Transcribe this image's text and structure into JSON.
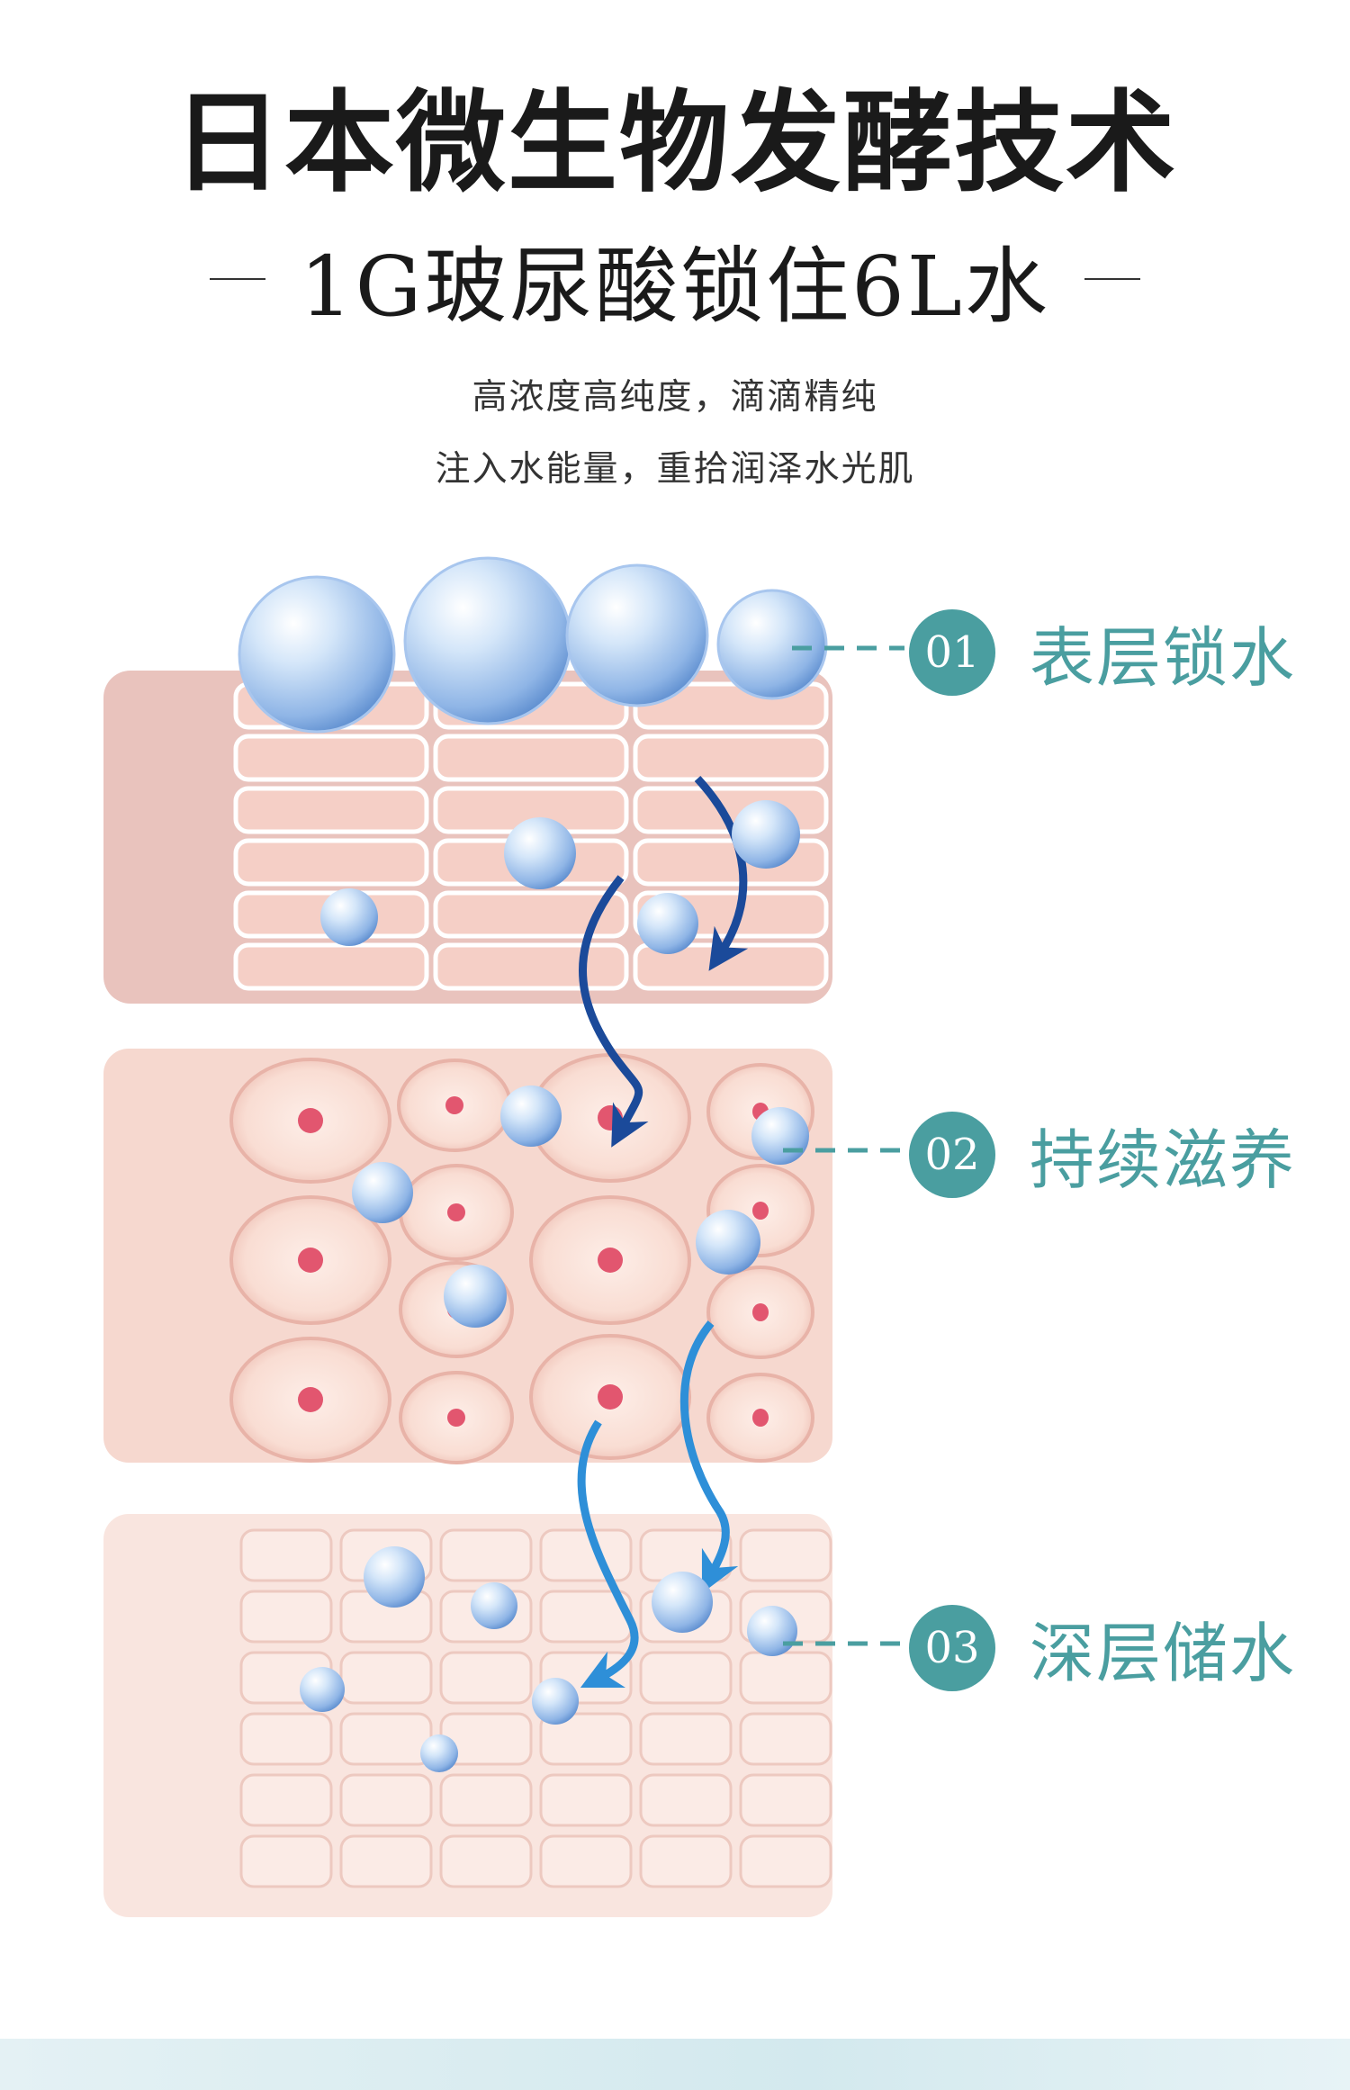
{
  "header": {
    "title": "日本微生物发酵技术",
    "subtitle": "1G玻尿酸锁住6L水",
    "desc_line1": "高浓度高纯度，滴滴精纯",
    "desc_line2": "注入水能量，重拾润泽水光肌"
  },
  "layers": [
    {
      "number": "01",
      "label": "表层锁水"
    },
    {
      "number": "02",
      "label": "持续滋养"
    },
    {
      "number": "03",
      "label": "深层储水"
    }
  ],
  "colors": {
    "accent": "#4a9ea0",
    "skin_dark": "#e8bfb8",
    "skin_light": "#f8e0d8",
    "nucleus": "#e2566f",
    "arrow_dark": "#1b4a9a",
    "arrow_light": "#2e8fd8"
  }
}
